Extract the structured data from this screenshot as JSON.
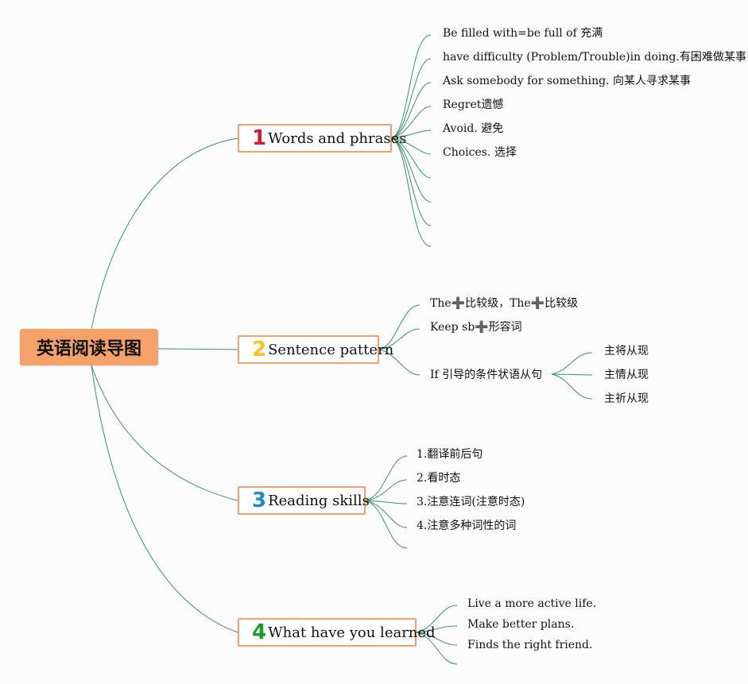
{
  "root": {
    "label": "英语阅读导图"
  },
  "branches": [
    {
      "number": "1",
      "number_color": "#d11a38",
      "label": "Words and phrases",
      "children": [
        "Be filled with=be full of 充满",
        "have difficulty (Problem/Trouble)in doing.有困难做某事",
        "Ask somebody for something. 向某人寻求某事",
        "Regret遗憾",
        "Avoid. 避免",
        "Choices. 选择",
        "",
        "",
        "",
        ""
      ]
    },
    {
      "number": "2",
      "number_color": "#f5c518",
      "label": "Sentence pattern",
      "children": [
        "The➕比较级，The➕比较级",
        "Keep sb➕形容词",
        "If 引导的条件状语从句"
      ],
      "grandchildren": [
        "主将从现",
        "主情从现",
        "主祈从现"
      ]
    },
    {
      "number": "3",
      "number_color": "#1e88c8",
      "label": "Reading skills",
      "children": [
        "1.翻译前后句",
        "2.看时态",
        "3.注意连词(注意时态)",
        "4.注意多种词性的词",
        ""
      ]
    },
    {
      "number": "4",
      "number_color": "#1e9b2e",
      "label": "What have you learned",
      "children": [
        "Live a more active life.",
        "Make better plans.",
        "Finds the right friend.",
        ""
      ]
    }
  ],
  "colors": {
    "line": "#3f8f6e",
    "root_fill": "#f4a26a",
    "topic_border": "#f0a070"
  }
}
